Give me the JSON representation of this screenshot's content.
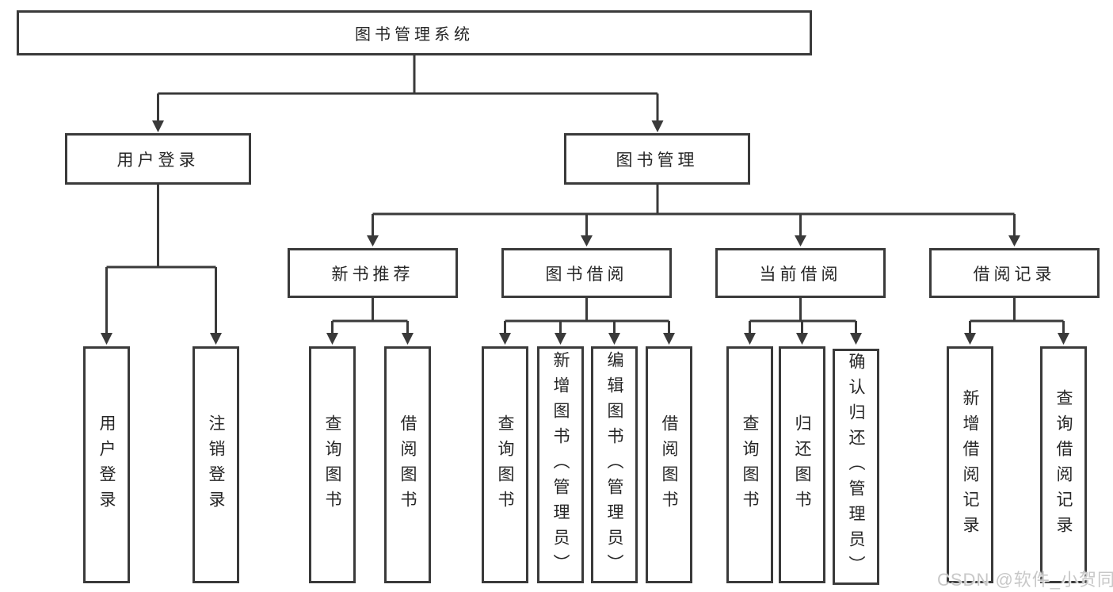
{
  "tree": {
    "label": "图书管理系统",
    "children": [
      {
        "label": "用户登录",
        "children": [
          {
            "label": "用户登录"
          },
          {
            "label": "注销登录"
          }
        ]
      },
      {
        "label": "图书管理",
        "children": [
          {
            "label": "新书推荐",
            "children": [
              {
                "label": "查询图书"
              },
              {
                "label": "借阅图书"
              }
            ]
          },
          {
            "label": "图书借阅",
            "children": [
              {
                "label": "查询图书"
              },
              {
                "label": "新增图书（管理员）"
              },
              {
                "label": "编辑图书（管理员）"
              },
              {
                "label": "借阅图书"
              }
            ]
          },
          {
            "label": "当前借阅",
            "children": [
              {
                "label": "查询图书"
              },
              {
                "label": "归还图书"
              },
              {
                "label": "确认归还（管理员）"
              }
            ]
          },
          {
            "label": "借阅记录",
            "children": [
              {
                "label": "新增借阅记录"
              },
              {
                "label": "查询借阅记录"
              }
            ]
          }
        ]
      }
    ]
  },
  "watermark": {
    "text": "CSDN @软件_小贺同学"
  },
  "colors": {
    "line": "#3a3a3a",
    "text": "#262626",
    "box-fill": "#ffffff",
    "watermark": "#c8c8c8"
  }
}
